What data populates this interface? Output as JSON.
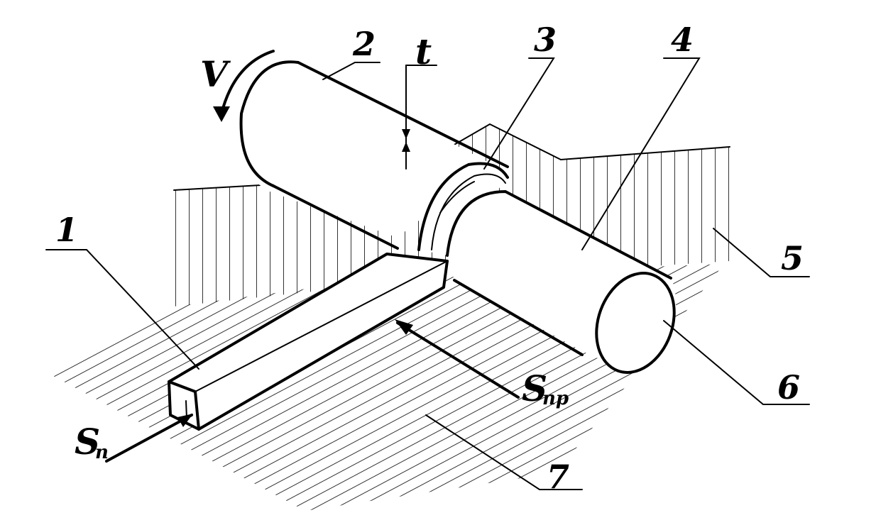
{
  "labels": {
    "part_1": "1",
    "part_2": "2",
    "part_3": "3",
    "part_4": "4",
    "part_5": "5",
    "part_6": "6",
    "part_7": "7",
    "speed": "V",
    "depth": "t",
    "feed_long_main": "S",
    "feed_long_sub": "пр",
    "feed_cross_main": "S",
    "feed_cross_sub": "п"
  },
  "colors": {
    "ink": "#000000",
    "paper": "#ffffff"
  }
}
